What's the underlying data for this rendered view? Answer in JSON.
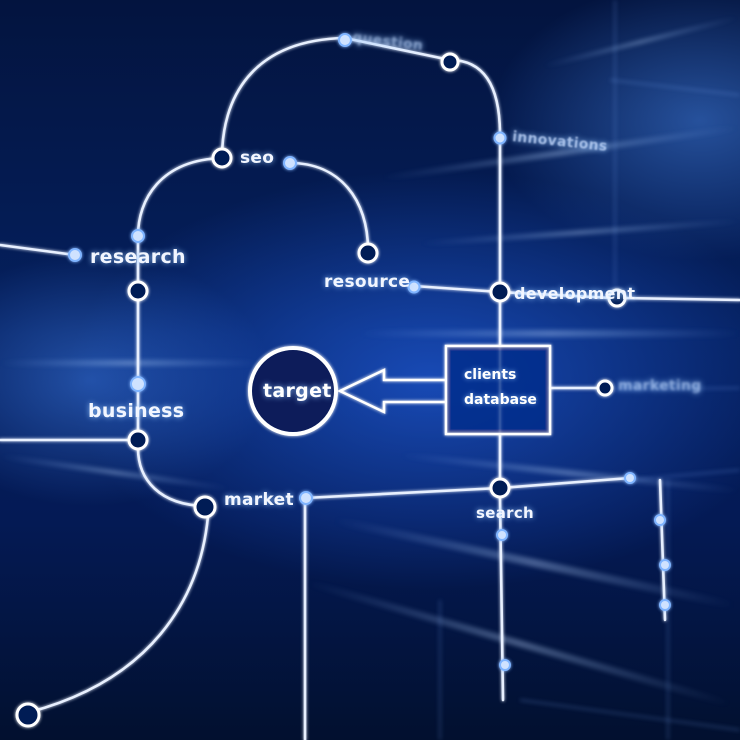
{
  "labels": {
    "question": "question",
    "innovations": "innovations",
    "seo": "seo",
    "research": "research",
    "resource": "resource",
    "development": "development",
    "business": "business",
    "target": "target",
    "clients": "clients",
    "database": "database",
    "marketing": "marketing",
    "market": "market",
    "search": "search"
  },
  "colors": {
    "background": "#03143f",
    "line": "#e8f0ff",
    "node_fill": "#0a2a80",
    "glow": "#6fa8ff"
  }
}
